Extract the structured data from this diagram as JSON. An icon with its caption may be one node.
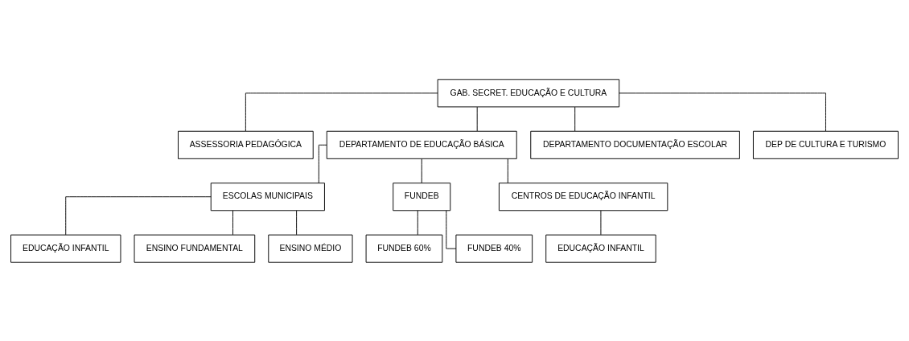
{
  "diagram": {
    "nodes": [
      {
        "text": [
          "GAB. SECRET. EDUCAÇÃO E CULTURA"
        ]
      },
      {
        "text": [
          "ASSESSORIA PEDAGÓGICA"
        ]
      },
      {
        "text": [
          "DEPARTAMENTO DE EDUCAÇÃO BÁSICA"
        ]
      },
      {
        "text": [
          "DEPARTAMENTO DOCUMENTAÇÃO ESCOLAR"
        ]
      },
      {
        "text": [
          "DEP DE CULTURA E TURISMO"
        ]
      },
      {
        "text": [
          "ESCOLAS MUNICIPAIS"
        ]
      },
      {
        "text": [
          "FUNDEB"
        ]
      },
      {
        "text": [
          "CENTROS DE EDUCAÇÃO INFANTIL"
        ]
      },
      {
        "text": [
          "EDUCAÇÃO INFANTIL"
        ]
      },
      {
        "text": [
          "ENSINO FUNDAMENTAL"
        ]
      },
      {
        "text": [
          "ENSINO MÉDIO"
        ]
      },
      {
        "text": [
          "FUNDEB 60%"
        ]
      },
      {
        "text": [
          "FUNDEB 40%"
        ]
      },
      {
        "text": [
          "EDUCAÇÃO INFANTIL"
        ]
      }
    ],
    "edges": [
      {
        "from": 0,
        "to": 1,
        "arrow": "none"
      },
      {
        "from": 0,
        "to": 2,
        "arrow": "none"
      },
      {
        "from": 0,
        "to": 3,
        "arrow": "none"
      },
      {
        "from": 0,
        "to": 4,
        "arrow": "none"
      },
      {
        "from": 2,
        "to": 5,
        "arrow": "none"
      },
      {
        "from": 2,
        "to": 6,
        "arrow": "none"
      },
      {
        "from": 2,
        "to": 7,
        "arrow": "none"
      },
      {
        "from": 5,
        "to": 8,
        "arrow": "none"
      },
      {
        "from": 5,
        "to": 9,
        "arrow": "none"
      },
      {
        "from": 5,
        "to": 10,
        "arrow": "none"
      },
      {
        "from": 6,
        "to": 11,
        "arrow": "none"
      },
      {
        "from": 6,
        "to": 12,
        "arrow": "none"
      },
      {
        "from": 7,
        "to": 13,
        "arrow": "none"
      }
    ]
  }
}
